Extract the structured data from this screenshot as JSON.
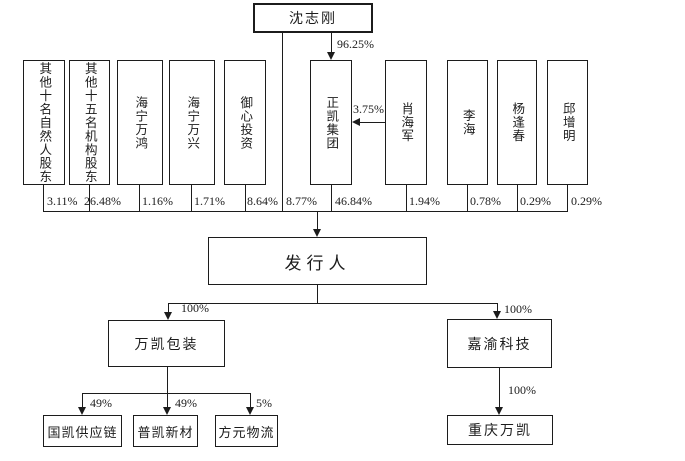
{
  "nodes": {
    "controller": {
      "label": "沈志刚"
    },
    "shareholders": [
      {
        "label": "其他十名自然人股东",
        "pct": "3.11%"
      },
      {
        "label": "其他十五名机构股东",
        "pct": "26.48%"
      },
      {
        "label": "海宁万鸿",
        "pct": "1.16%"
      },
      {
        "label": "海宁万兴",
        "pct": "1.71%"
      },
      {
        "label": "御心投资",
        "pct": "8.64%"
      },
      {
        "label": "正凯集团",
        "pct": "46.84%"
      },
      {
        "label": "肖海军",
        "pct": "1.94%"
      },
      {
        "label": "李海",
        "pct": "0.78%"
      },
      {
        "label": "杨逢春",
        "pct": "0.29%"
      },
      {
        "label": "邱增明",
        "pct": "0.29%"
      }
    ],
    "issuer": {
      "label": "发行人"
    },
    "subsidiaries": [
      {
        "label": "万凯包装",
        "pct": "100%"
      },
      {
        "label": "嘉渝科技",
        "pct": "100%"
      }
    ],
    "wankai_children": [
      {
        "label": "国凯供应链",
        "pct": "49%"
      },
      {
        "label": "普凯新材",
        "pct": "49%"
      },
      {
        "label": "方元物流",
        "pct": "5%"
      }
    ],
    "jiayu_children": [
      {
        "label": "重庆万凯",
        "pct": "100%"
      }
    ]
  },
  "edges": {
    "controller_to_zhengkai": "96.25%",
    "xiaohaijun_to_zhengkai": "3.75%",
    "controller_direct_pct": "8.77%"
  },
  "colors": {
    "line": "#1c1c1c",
    "background": "#ffffff"
  }
}
